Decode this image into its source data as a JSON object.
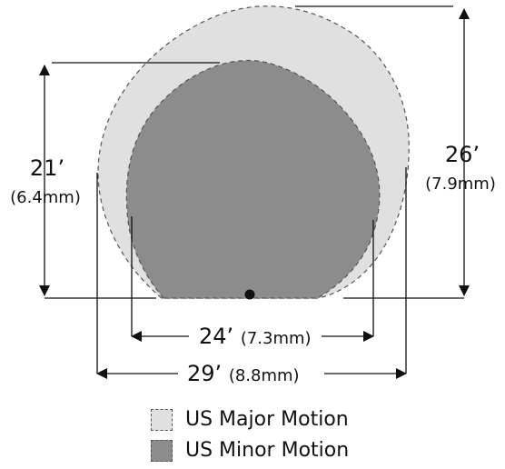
{
  "legend": {
    "items": [
      {
        "label": "US Major Motion",
        "color": "#e0e0e0"
      },
      {
        "label": "US Minor Motion",
        "color": "#8c8c8c"
      }
    ]
  },
  "dimensions": {
    "height_major": {
      "main": "26’",
      "metric": "(7.9mm)"
    },
    "height_minor": {
      "main": "21’",
      "metric": "(6.4mm)"
    },
    "width_minor": {
      "main": "24’",
      "metric": "(7.3mm)"
    },
    "width_major": {
      "main": "29’",
      "metric": "(8.8mm)"
    }
  },
  "colors": {
    "major_fill": "#e0e0e0",
    "minor_fill": "#8c8c8c",
    "outline": "#555555",
    "line": "#111111"
  }
}
